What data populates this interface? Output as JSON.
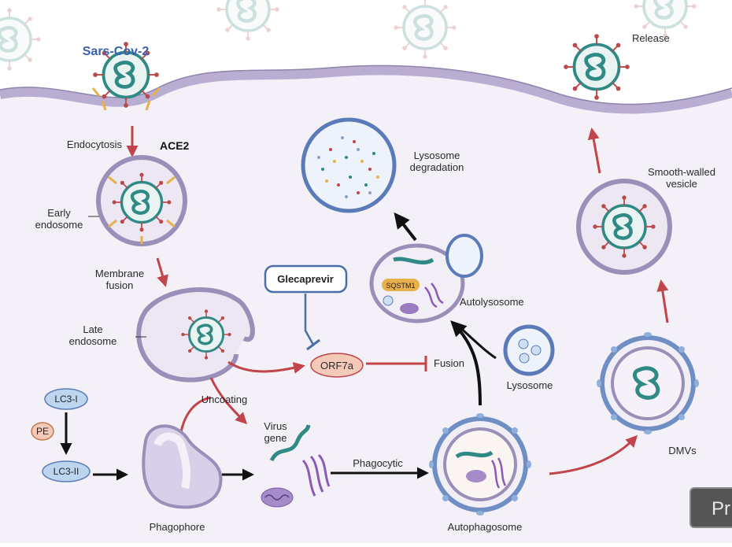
{
  "labels": {
    "virus": "Sars-Cov-2",
    "release": "Release",
    "endocytosis": "Endocytosis",
    "ace2": "ACE2",
    "early_endosome_1": "Early",
    "early_endosome_2": "endosome",
    "membrane_fusion_1": "Membrane",
    "membrane_fusion_2": "fusion",
    "late_endosome_1": "Late",
    "late_endosome_2": "endosome",
    "glecaprevir": "Glecaprevir",
    "orf7a": "ORF7a",
    "fusion": "Fusion",
    "lysosome": "Lysosome",
    "autolysosome": "Autolysosome",
    "sqstm1": "SQSTM1",
    "lysosome_degradation_1": "Lysosome",
    "lysosome_degradation_2": "degradation",
    "smooth_walled_1": "Smooth-walled",
    "smooth_walled_2": "vesicle",
    "dmvs": "DMVs",
    "lc3_1": "LC3-I",
    "pe": "PE",
    "lc3_2": "LC3-II",
    "uncoating": "Uncoating",
    "virus_gene_1": "Virus",
    "virus_gene_2": "gene",
    "phagocytic": "Phagocytic",
    "phagophore": "Phagophore",
    "autophagosome": "Autophagosome"
  },
  "overlay": {
    "present_button": "Pr"
  },
  "colors": {
    "membrane": "#c9bfdc",
    "membrane_edge": "#9a8fb8",
    "arrow_red": "#c0444a",
    "arrow_black": "#111111",
    "inhibit_blue": "#4a6fa8",
    "virus_teal": "#2f8a86",
    "spike_red": "#b84a4a",
    "ace2_yellow": "#e8b04a"
  }
}
